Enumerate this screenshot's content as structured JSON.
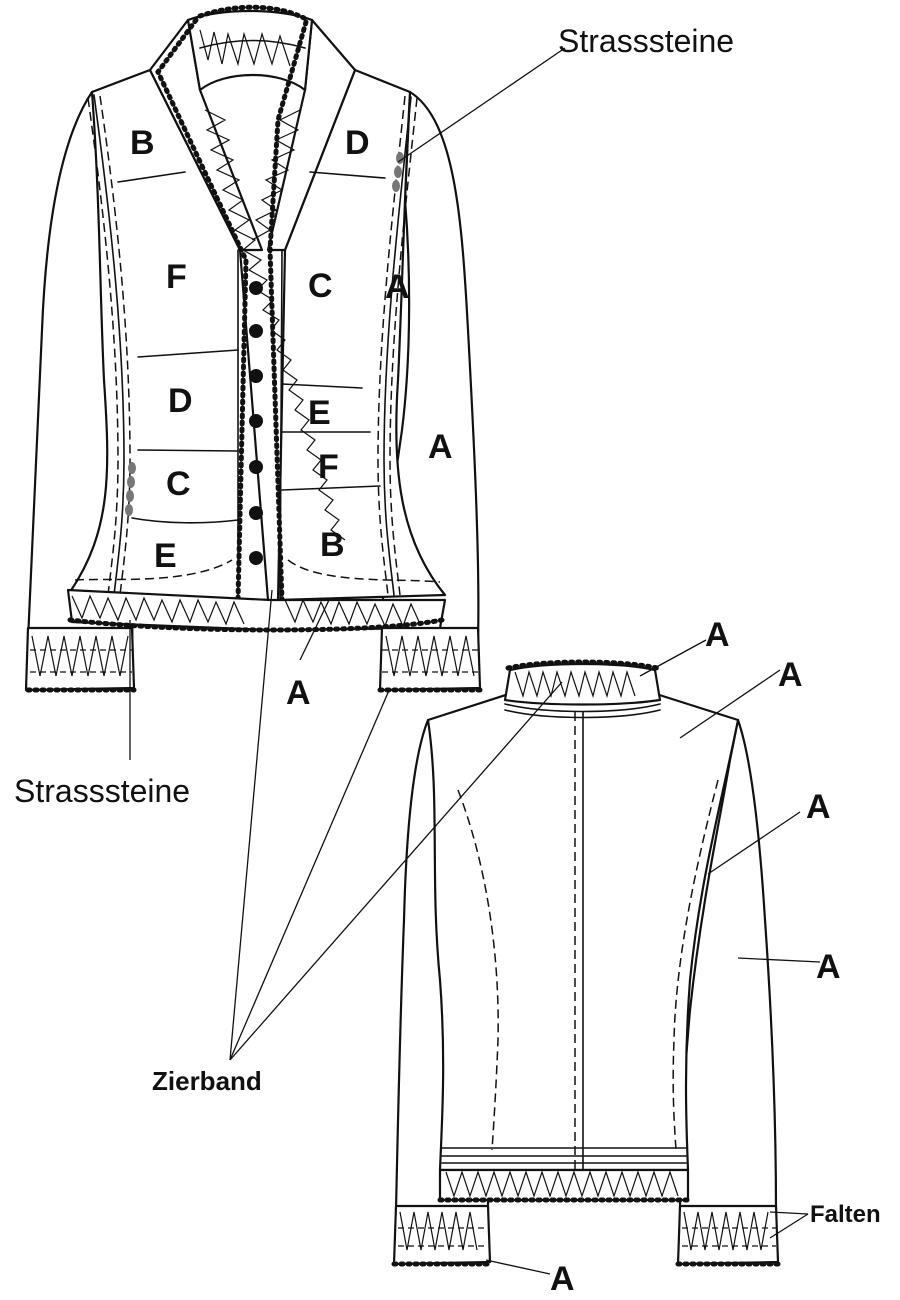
{
  "labels": {
    "strass_top": "Strasssteine",
    "strass_bottom": "Strasssteine",
    "zierband": "Zierband",
    "falten": "Falten",
    "f_B1": "B",
    "f_D1": "D",
    "f_F1": "F",
    "f_C1": "C",
    "f_A1": "A",
    "f_D2": "D",
    "f_E1": "E",
    "f_A2": "A",
    "f_F2": "F",
    "f_C2": "C",
    "f_E2": "E",
    "f_B2": "B",
    "f_A3": "A",
    "b_A1": "A",
    "b_A2": "A",
    "b_A3": "A",
    "b_A4": "A",
    "b_A5": "A"
  }
}
